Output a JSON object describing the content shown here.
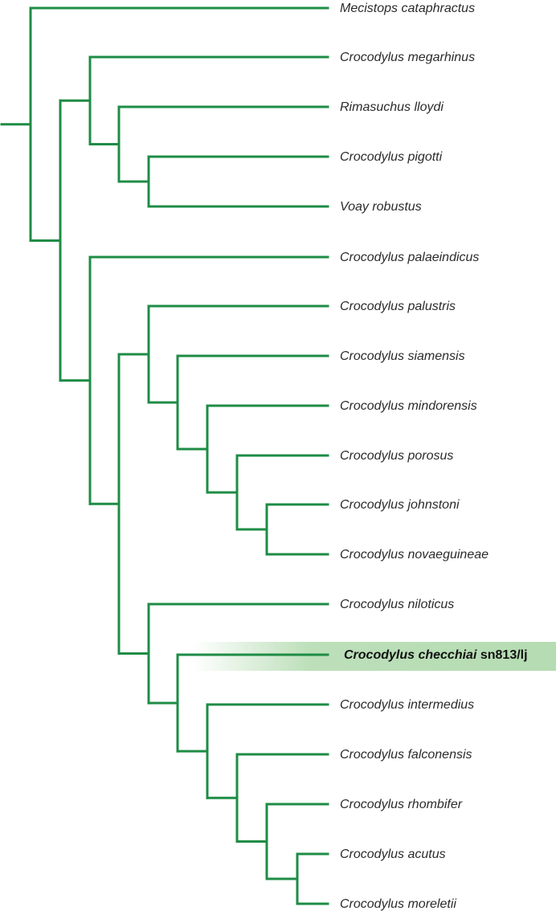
{
  "colors": {
    "branch": "#1e8c45",
    "highlight": "#b5dcb2",
    "text": "#2b2b2b"
  },
  "taxa": [
    "Mecistops cataphractus",
    "Crocodylus megarhinus",
    "Rimasuchus lloydi",
    "Crocodylus pigotti",
    "Voay robustus",
    "Crocodylus palaeindicus",
    "Crocodylus palustris",
    "Crocodylus siamensis",
    "Crocodylus mindorensis",
    "Crocodylus porosus",
    "Crocodylus johnstoni",
    "Crocodylus novaeguineae",
    "Crocodylus niloticus",
    "Crocodylus checchiai sn813/lj",
    "Crocodylus intermedius",
    "Crocodylus falconensis",
    "Crocodylus rhombifer",
    "Crocodylus acutus",
    "Crocodylus moreletii"
  ],
  "highlight": {
    "genus_species": "Crocodylus checchiai",
    "specimen": "sn813/lj"
  },
  "newick": "(Mecistops_cataphractus,((Crocodylus_megarhinus,(Rimasuchus_lloydi,(Crocodylus_pigotti,Voay_robustus))),(Crocodylus_palaeindicus,((Crocodylus_palustris,(Crocodylus_siamensis,(Crocodylus_mindorensis,(Crocodylus_porosus,(Crocodylus_johnstoni,Crocodylus_novaeguineae))))),(Crocodylus_niloticus,(Crocodylus_checchiai,(Crocodylus_intermedius,(Crocodylus_falconensis,(Crocodylus_rhombifer,(Crocodylus_acutus,Crocodylus_moreletii))))))))));"
}
